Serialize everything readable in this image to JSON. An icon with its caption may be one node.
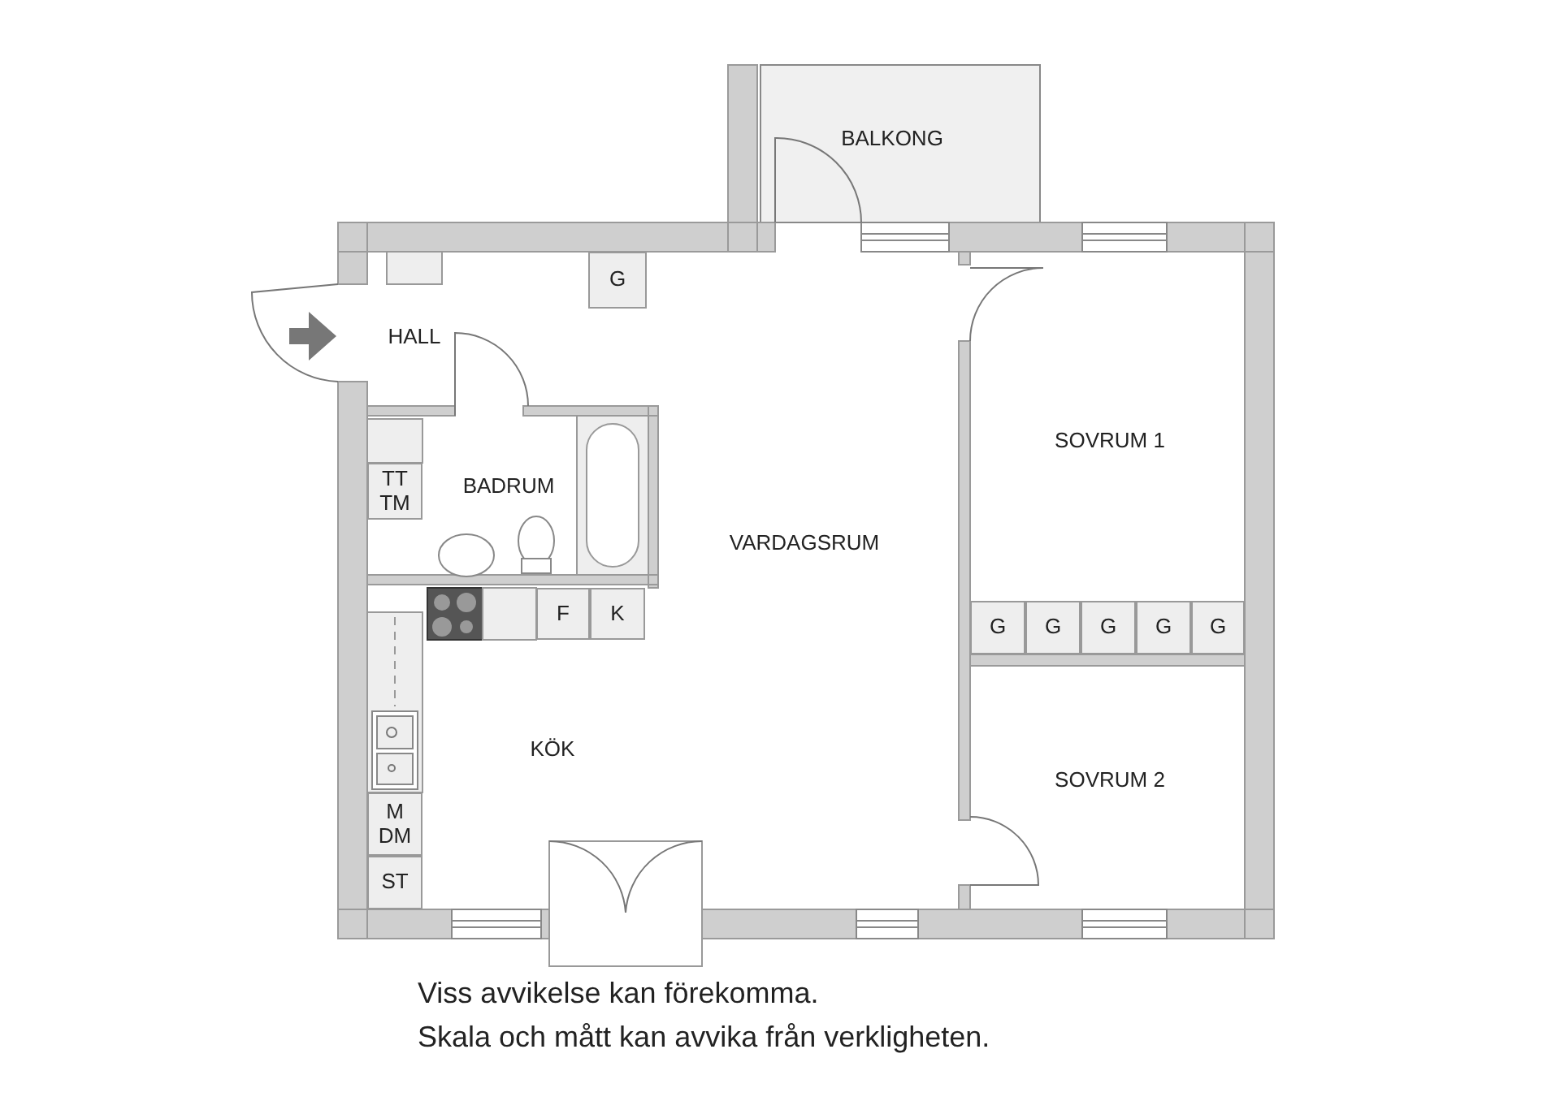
{
  "diagram": {
    "nodes": [
      {
        "text": [
          "G"
        ]
      },
      {
        "text": [
          "TT TM"
        ]
      },
      {
        "text": [
          "F"
        ]
      },
      {
        "text": [
          "K"
        ]
      },
      {
        "text": [
          "M DM"
        ]
      },
      {
        "text": [
          "ST"
        ]
      },
      {
        "text": [
          "G"
        ]
      },
      {
        "text": [
          "G"
        ]
      },
      {
        "text": [
          "G"
        ]
      },
      {
        "text": [
          "G"
        ]
      },
      {
        "text": [
          "G"
        ]
      }
    ],
    "labels": [
      "BALKONG",
      "HALL",
      "BADRUM",
      "VARDAGSRUM",
      "SOVRUM 1",
      "SOVRUM 2",
      "KÖK",
      "Viss avvikelse kan förekomma.",
      "Skala och mått kan avvika från verkligheten."
    ]
  }
}
